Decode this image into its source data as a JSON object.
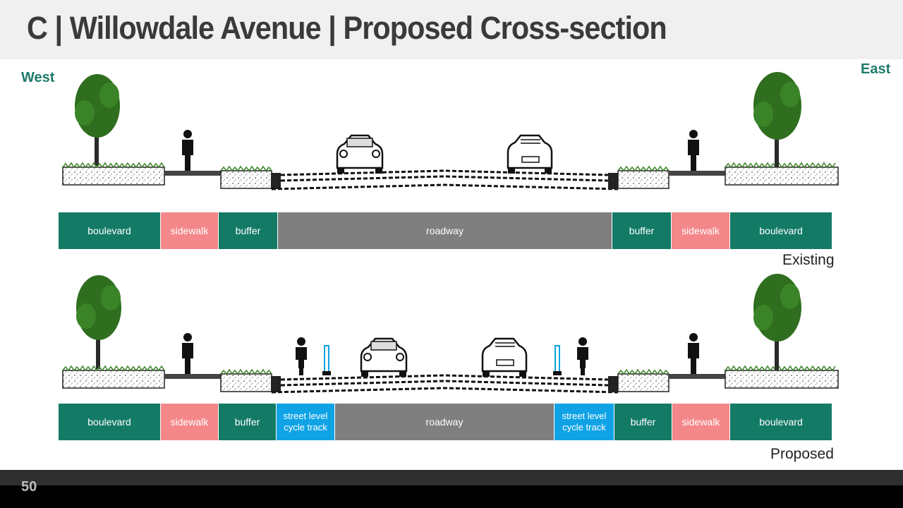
{
  "title": "C | Willowdale Avenue | Proposed Cross-section",
  "west_label": "West",
  "east_label": "East",
  "existing": {
    "state_label": "Existing",
    "segments": [
      {
        "label": "boulevard",
        "kind": "boulevard"
      },
      {
        "label": "sidewalk",
        "kind": "sidewalk"
      },
      {
        "label": "buffer",
        "kind": "buffer"
      },
      {
        "label": "roadway",
        "kind": "roadway"
      },
      {
        "label": "buffer",
        "kind": "buffer"
      },
      {
        "label": "sidewalk",
        "kind": "sidewalk"
      },
      {
        "label": "boulevard",
        "kind": "boulevard"
      }
    ]
  },
  "proposed": {
    "state_label": "Proposed",
    "segments": [
      {
        "label": "boulevard",
        "kind": "boulevard"
      },
      {
        "label": "sidewalk",
        "kind": "sidewalk"
      },
      {
        "label": "buffer",
        "kind": "buffer"
      },
      {
        "label": "street level cycle track",
        "kind": "cycle"
      },
      {
        "label": "roadway",
        "kind": "roadway"
      },
      {
        "label": "street level cycle track",
        "kind": "cycle"
      },
      {
        "label": "buffer",
        "kind": "buffer"
      },
      {
        "label": "sidewalk",
        "kind": "sidewalk"
      },
      {
        "label": "boulevard",
        "kind": "boulevard"
      }
    ]
  },
  "colors": {
    "boulevard": "#137a66",
    "sidewalk": "#f4878a",
    "buffer": "#137a66",
    "roadway": "#7f7f7f",
    "cycle": "#0fa3e6",
    "direction_text": "#1d7a6a",
    "tree": "#2f6e1f"
  },
  "page_number": "50"
}
